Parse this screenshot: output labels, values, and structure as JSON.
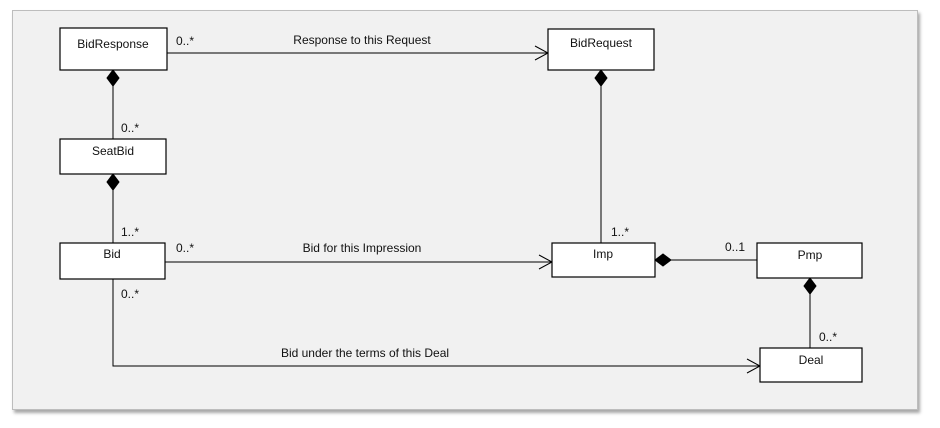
{
  "classes": {
    "bid_response": "BidResponse",
    "bid_request": "BidRequest",
    "seat_bid": "SeatBid",
    "bid": "Bid",
    "imp": "Imp",
    "pmp": "Pmp",
    "deal": "Deal"
  },
  "associations": {
    "response_to_request": {
      "label": "Response to this Request",
      "source_multiplicity": "0..*"
    },
    "bid_for_impression": {
      "label": "Bid for this Impression",
      "source_multiplicity": "0..*"
    },
    "bid_under_deal": {
      "label": "Bid under the terms of this Deal",
      "source_multiplicity": "0..*"
    }
  },
  "compositions": {
    "bidresponse_seatbid": {
      "part_multiplicity": "0..*"
    },
    "seatbid_bid": {
      "part_multiplicity": "1..*"
    },
    "bidrequest_imp": {
      "part_multiplicity": "1..*"
    },
    "imp_pmp": {
      "part_multiplicity": "0..1"
    },
    "pmp_deal": {
      "part_multiplicity": "0..*"
    }
  }
}
